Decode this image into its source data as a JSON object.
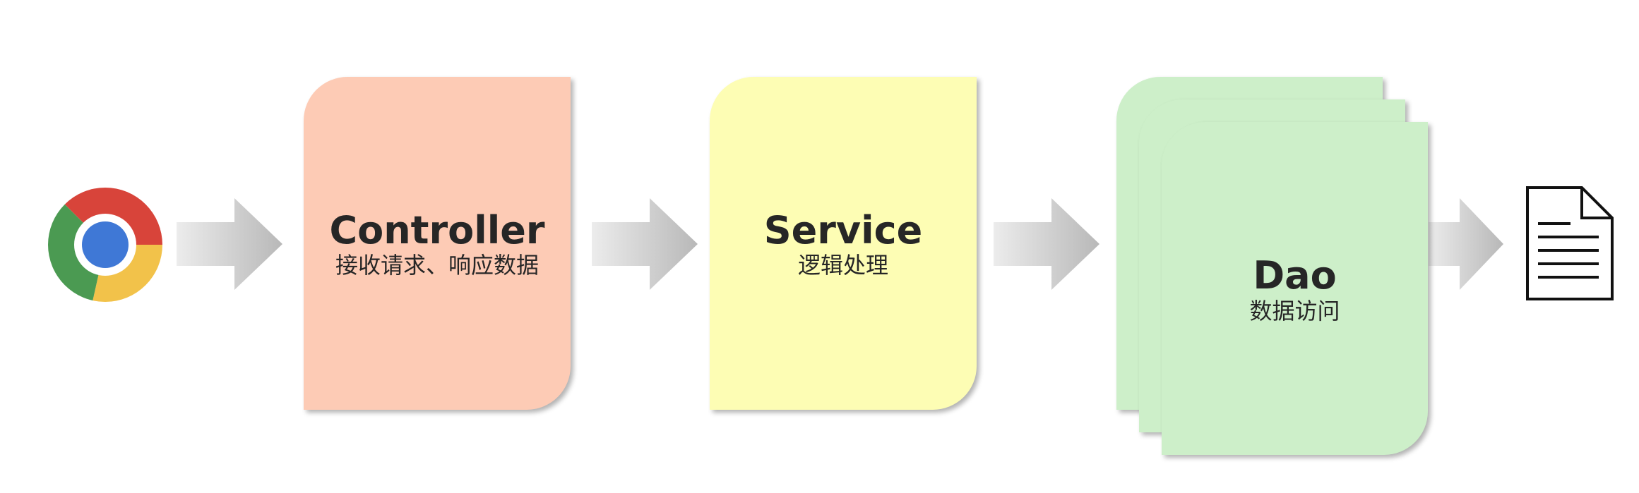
{
  "diagram": {
    "nodes": [
      {
        "id": "browser",
        "icon": "chrome-icon"
      },
      {
        "id": "controller",
        "title": "Controller",
        "subtitle": "接收请求、响应数据",
        "color": "#fdcbb5"
      },
      {
        "id": "service",
        "title": "Service",
        "subtitle": "逻辑处理",
        "color": "#fdfdb4"
      },
      {
        "id": "dao",
        "title": "Dao",
        "subtitle": "数据访问",
        "color": "#cdefc9",
        "stacked": 3
      },
      {
        "id": "data",
        "icon": "document-icon"
      }
    ],
    "edges": [
      {
        "from": "browser",
        "to": "controller"
      },
      {
        "from": "controller",
        "to": "service"
      },
      {
        "from": "service",
        "to": "dao"
      },
      {
        "from": "dao",
        "to": "data"
      }
    ]
  }
}
